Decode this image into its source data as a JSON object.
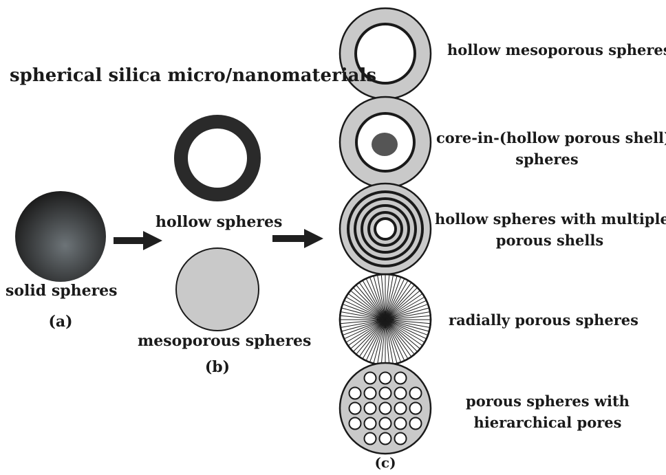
{
  "title": "spherical silica micro/nanomaterials",
  "panels": {
    "a": {
      "label": "(a)",
      "items": [
        {
          "name": "solid spheres"
        }
      ]
    },
    "b": {
      "label": "(b)",
      "items": [
        {
          "name": "hollow spheres"
        },
        {
          "name": "mesoporous spheres"
        }
      ]
    },
    "c": {
      "label": "(c)",
      "items": [
        {
          "name": "hollow mesoporous spheres",
          "lines": [
            "hollow mesoporous spheres"
          ]
        },
        {
          "name": "core-in-(hollow porous shell) spheres",
          "lines": [
            "core-in-(hollow porous shell)",
            "spheres"
          ]
        },
        {
          "name": "hollow spheres with multiple porous shells",
          "lines": [
            "hollow spheres with multiple",
            "porous shells"
          ]
        },
        {
          "name": "radially porous spheres",
          "lines": [
            "radially porous spheres"
          ]
        },
        {
          "name": "porous spheres with hierarchical pores",
          "lines": [
            "porous spheres with",
            "hierarchical pores"
          ]
        }
      ]
    }
  },
  "colors": {
    "shell_gray": "#c9c9c9",
    "dark": "#2a2a2a",
    "outline": "#1a1a1a",
    "arrow": "#1f1f1f",
    "core": "#555555",
    "solid_center": "#6d7478",
    "solid_edge": "#1d1d1d"
  }
}
